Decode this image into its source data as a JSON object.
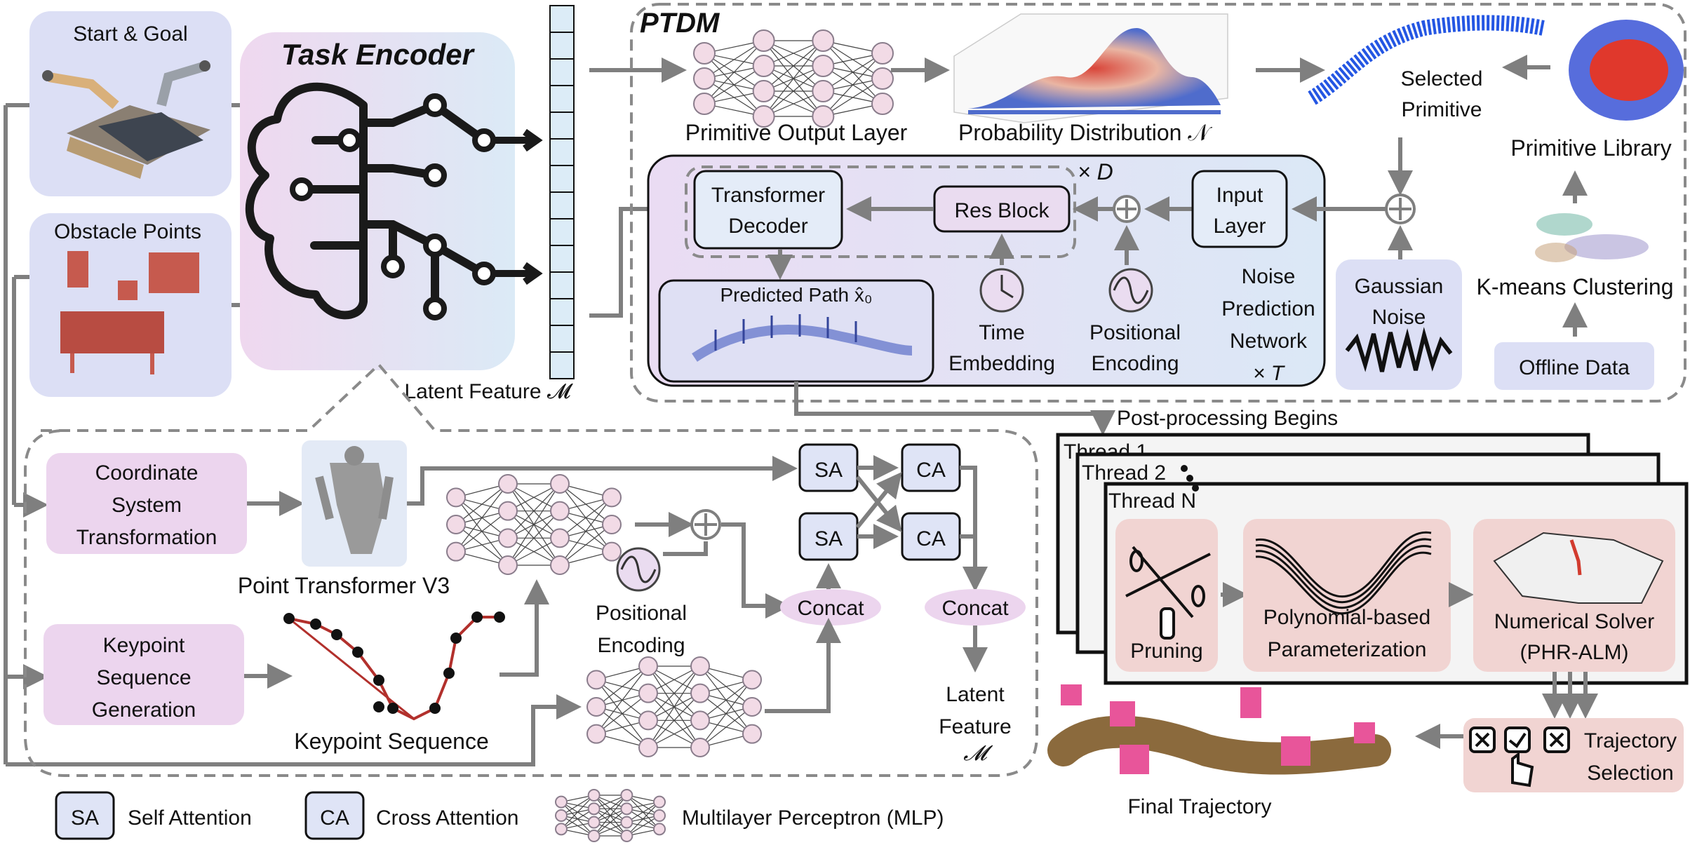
{
  "task_encoder": {
    "title": "Task Encoder",
    "start_goal": "Start & Goal",
    "obstacle_points": "Obstacle Points",
    "latent_label": "Latent Feature 𝓜"
  },
  "ptdm": {
    "title": "PTDM",
    "primitive_output_layer": "Primitive Output Layer",
    "probability_distribution": "Probability Distribution 𝒩",
    "selected_primitive": [
      "Selected",
      "Primitive"
    ],
    "primitive_library": "Primitive Library",
    "times_d": "× D",
    "transformer_decoder": [
      "Transformer",
      "Decoder"
    ],
    "res_block": "Res Block",
    "input_layer": [
      "Input",
      "Layer"
    ],
    "predicted_path": "Predicted Path x̂₀",
    "time_embedding": [
      "Time",
      "Embedding"
    ],
    "positional_encoding": [
      "Positional",
      "Encoding"
    ],
    "noise_prediction": [
      "Noise",
      "Prediction",
      "Network",
      "× T"
    ],
    "gaussian_noise": [
      "Gaussian",
      "Noise"
    ],
    "kmeans": "K-means Clustering",
    "offline_data": "Offline Data"
  },
  "encoder_detail": {
    "coord_transform": [
      "Coordinate",
      "System",
      "Transformation"
    ],
    "point_transformer": "Point Transformer V3",
    "keypoint_gen": [
      "Keypoint",
      "Sequence",
      "Generation"
    ],
    "keypoint_sequence": "Keypoint Sequence",
    "positional_encoding": [
      "Positional",
      "Encoding"
    ],
    "sa": "SA",
    "ca": "CA",
    "concat": "Concat",
    "latent": [
      "Latent",
      "Feature",
      "𝓜"
    ]
  },
  "post": {
    "begins": "Post-processing Begins",
    "thread1": "Thread 1",
    "thread2": "Thread 2",
    "threadN": "Thread N",
    "pruning": "Pruning",
    "poly": [
      "Polynomial-based",
      "Parameterization"
    ],
    "solver": [
      "Numerical Solver",
      "(PHR-ALM)"
    ],
    "selection": [
      "Trajectory",
      "Selection"
    ],
    "final": "Final Trajectory"
  },
  "legend": {
    "sa": "SA",
    "sa_text": "Self Attention",
    "ca": "CA",
    "ca_text": "Cross Attention",
    "mlp_text": "Multilayer Perceptron (MLP)"
  },
  "colors": {
    "title_red": "#a52a2a",
    "box_blue": "#dcdff5",
    "box_pink": "#ecd5ee",
    "box_salmon": "#f1d4d2",
    "arrow_gray": "#7f7f7f"
  }
}
